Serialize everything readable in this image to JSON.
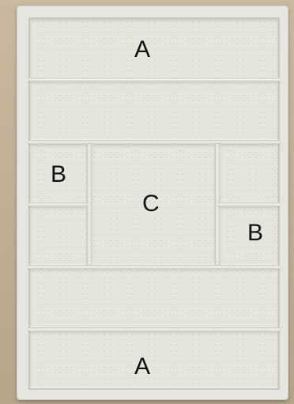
{
  "compartment_labels": {
    "top_a": "A",
    "left_b": "B",
    "center_c": "C",
    "right_b": "B",
    "bottom_a": "A"
  }
}
